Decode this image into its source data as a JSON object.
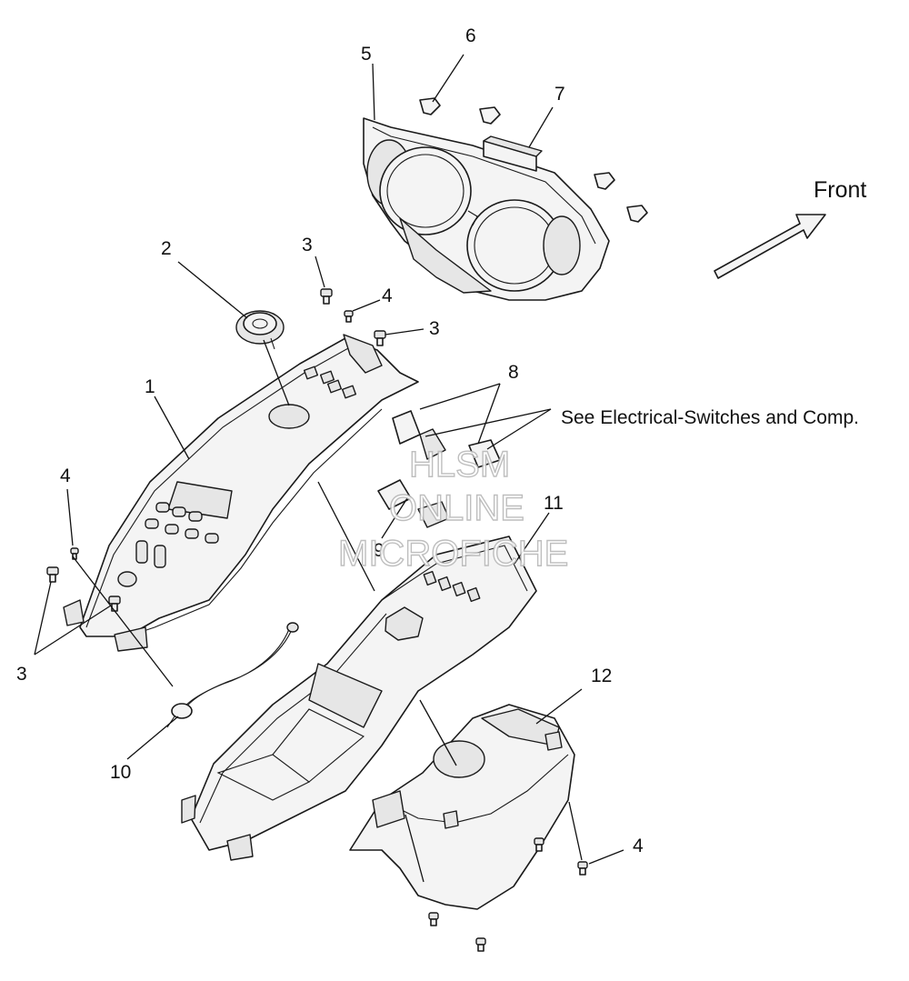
{
  "callouts": [
    {
      "id": "1",
      "label": "1"
    },
    {
      "id": "2",
      "label": "2"
    },
    {
      "id": "3a",
      "label": "3"
    },
    {
      "id": "3b",
      "label": "3"
    },
    {
      "id": "3c",
      "label": "3"
    },
    {
      "id": "4a",
      "label": "4"
    },
    {
      "id": "4b",
      "label": "4"
    },
    {
      "id": "4c",
      "label": "4"
    },
    {
      "id": "5",
      "label": "5"
    },
    {
      "id": "6",
      "label": "6"
    },
    {
      "id": "7",
      "label": "7"
    },
    {
      "id": "8",
      "label": "8"
    },
    {
      "id": "9",
      "label": "9"
    },
    {
      "id": "10",
      "label": "10"
    },
    {
      "id": "11",
      "label": "11"
    },
    {
      "id": "12",
      "label": "12"
    }
  ],
  "note": "See Electrical-Switches and Comp.",
  "direction_label": "Front",
  "watermark": [
    "HLSM",
    "ONLINE",
    "MICROFICHE"
  ]
}
